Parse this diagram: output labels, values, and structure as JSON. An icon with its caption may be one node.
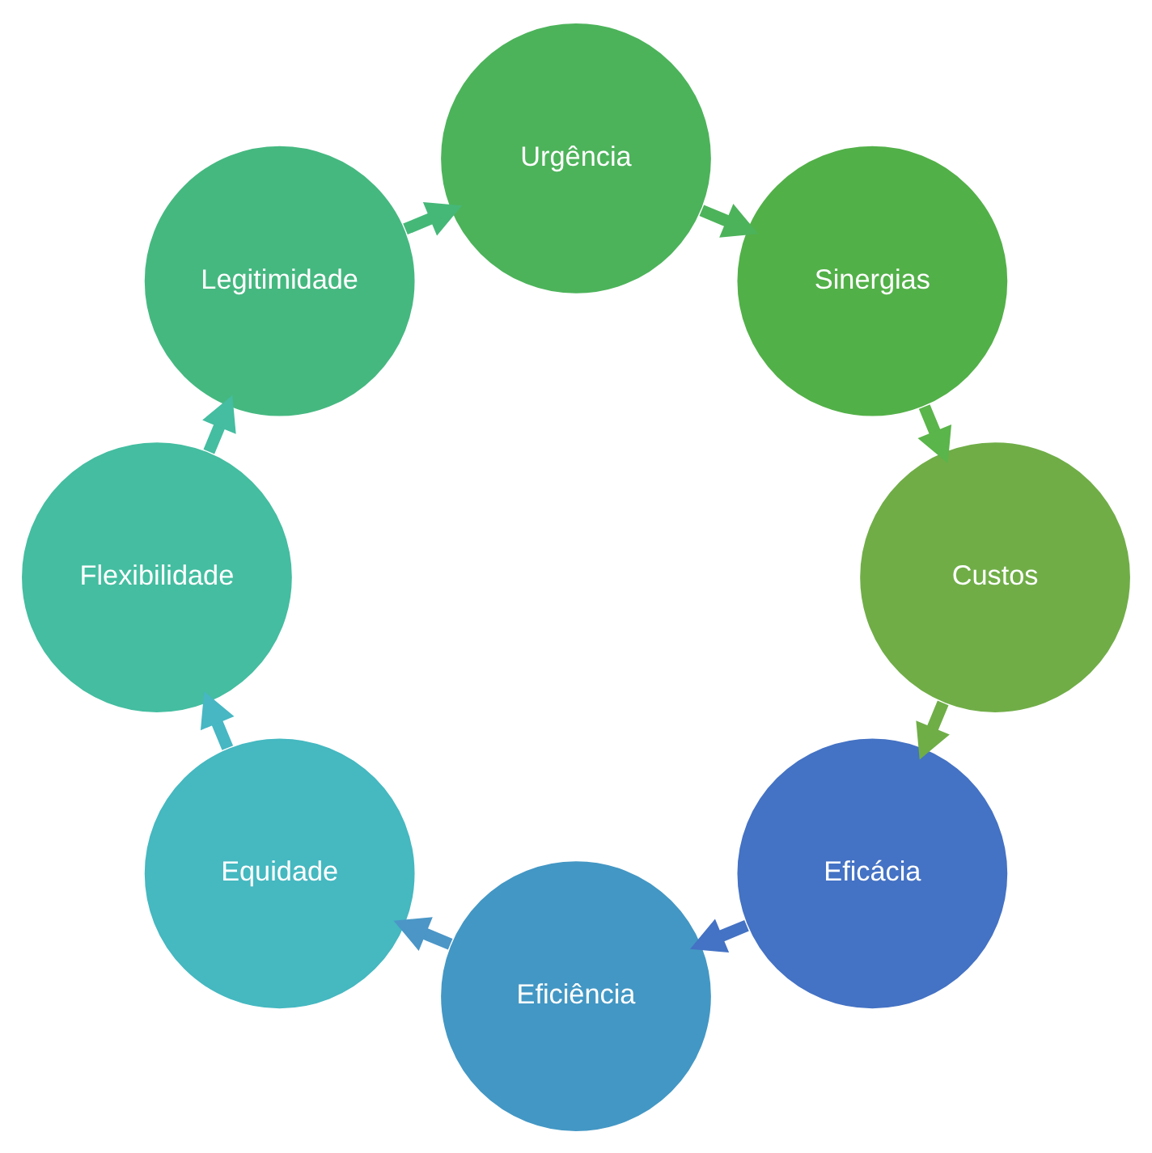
{
  "diagram": {
    "nodes": [
      {
        "text": [
          "Eficácia"
        ]
      },
      {
        "text": [
          "Eficiência"
        ]
      },
      {
        "text": [
          "Equidade"
        ]
      },
      {
        "text": [
          "Flexibilidade"
        ]
      },
      {
        "text": [
          "Legitimidade"
        ]
      },
      {
        "text": [
          "Urgência"
        ]
      },
      {
        "text": [
          "Sinergias"
        ]
      },
      {
        "text": [
          "Custos"
        ]
      }
    ],
    "edges": [
      {
        "from": 0,
        "to": 1,
        "arrow": "to",
        "color": "#4472c4"
      },
      {
        "from": 1,
        "to": 2,
        "arrow": "to",
        "color": "#4b96c7"
      },
      {
        "from": 2,
        "to": 3,
        "arrow": "to",
        "color": "#46b7c3"
      },
      {
        "from": 3,
        "to": 4,
        "arrow": "to",
        "color": "#44bda0"
      },
      {
        "from": 4,
        "to": 5,
        "arrow": "to",
        "color": "#45b878"
      },
      {
        "from": 5,
        "to": 6,
        "arrow": "to",
        "color": "#4cb35a"
      },
      {
        "from": 6,
        "to": 7,
        "arrow": "to",
        "color": "#5ab54a"
      },
      {
        "from": 7,
        "to": 0,
        "arrow": "to",
        "color": "#6fae47"
      }
    ]
  }
}
